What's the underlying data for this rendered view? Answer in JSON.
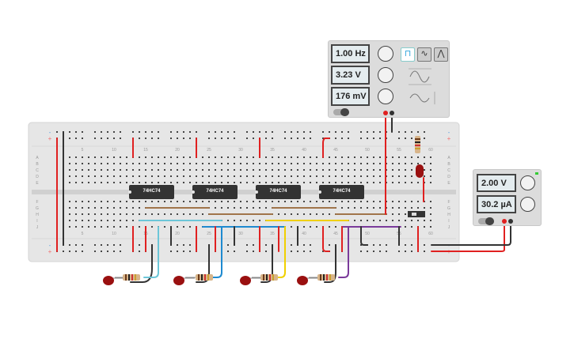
{
  "function_generator": {
    "frequency": "1.00 Hz",
    "amplitude": "3.23 V",
    "offset": "176 mV",
    "waveforms": [
      "square",
      "sine",
      "triangle"
    ],
    "selected_waveform": "square"
  },
  "power_supply": {
    "voltage": "2.00 V",
    "current": "30.2 µA"
  },
  "breadboard": {
    "column_labels": [
      "5",
      "10",
      "15",
      "20",
      "25",
      "30",
      "35",
      "40",
      "45",
      "50",
      "55",
      "60"
    ],
    "row_labels_top": [
      "A",
      "B",
      "C",
      "D",
      "E"
    ],
    "row_labels_bottom": [
      "F",
      "G",
      "H",
      "I",
      "J"
    ],
    "rail_labels": [
      "-",
      "+"
    ]
  },
  "chips": [
    {
      "label": "74HC74"
    },
    {
      "label": "74HC74"
    },
    {
      "label": "74HC74"
    },
    {
      "label": "74HC74"
    }
  ],
  "colors": {
    "red": "#e02020",
    "black": "#333333",
    "brown": "#a0744a",
    "cyan": "#6cc6d8",
    "blue": "#1e8ad0",
    "yellow": "#f0d000",
    "purple": "#7a3a9a",
    "led": "#9a1010",
    "rail_minus": "#5aa0e0",
    "rail_plus": "#f07070"
  }
}
